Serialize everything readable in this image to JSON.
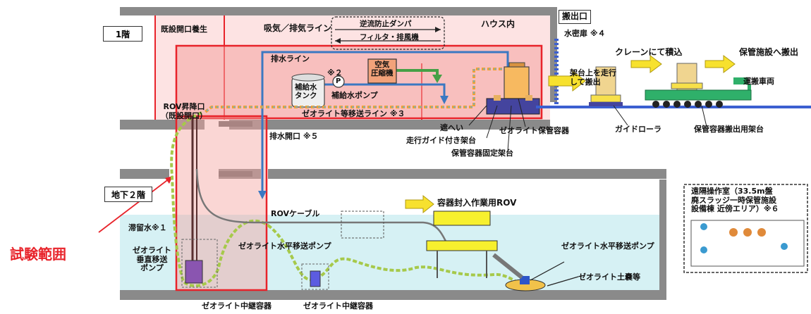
{
  "labels": {
    "floor1": "1階",
    "b2": "地下２階",
    "existing_opening_cover": "既設開口養生",
    "intake_exhaust_line": "吸気／排気ライン",
    "check_damper": "逆流防止ダンパ",
    "filter_fan": "フィルタ・排風機",
    "house_inside": "ハウス内",
    "unload_port": "搬出口",
    "watertight_door": "水密扉 ※４",
    "drain_line": "排水ライン",
    "makeup_tank": "補給水\nタンク",
    "note2": "※２",
    "air_compressor": "空気\n圧縮機",
    "makeup_pump_symbol": "P",
    "makeup_pump": "補給水ポンプ",
    "rov_hatch": "ROV昇降口\n（既設開口）",
    "zeolite_transfer_line": "ゼオライト等移送ライン ※３",
    "drain_opening": "排水開口 ※５",
    "shield": "遮へい",
    "travel_guide_stand": "走行ガイド付き架台",
    "storage_vessel_stand": "保管容器固定架台",
    "zeolite_storage_vessel": "ゼオライト保管容器",
    "guide_roller": "ガイドローラ",
    "move_on_stand": "架台上を走行\nして搬出",
    "crane_load": "クレーンにて積込",
    "to_storage": "保管施設へ搬出",
    "transport_vehicle": "運搬車両",
    "container_unload_stand": "保管容器搬出用架台",
    "remote_room": "遠隔操作室（33.5m盤\n廃スラッジ一時保管施設\n設備棟 近傍エリア）※６",
    "rov_cable": "ROVケーブル",
    "container_rov": "容器封入作業用ROV",
    "stagnant_water": "滞留水※１",
    "zeolite_vertical_pump": "ゼオライト\n垂直移送\nポンプ",
    "zeolite_horizontal_pump_a": "ゼオライト水平移送ポンプ",
    "zeolite_horizontal_pump_b": "ゼオライト水平移送ポンプ",
    "zeolite_sandbag": "ゼオライト土嚢等",
    "relay_vessel_a": "ゼオライト中継容器",
    "relay_vessel_b": "ゼオライト中継容器",
    "test_scope": "試験範囲"
  }
}
